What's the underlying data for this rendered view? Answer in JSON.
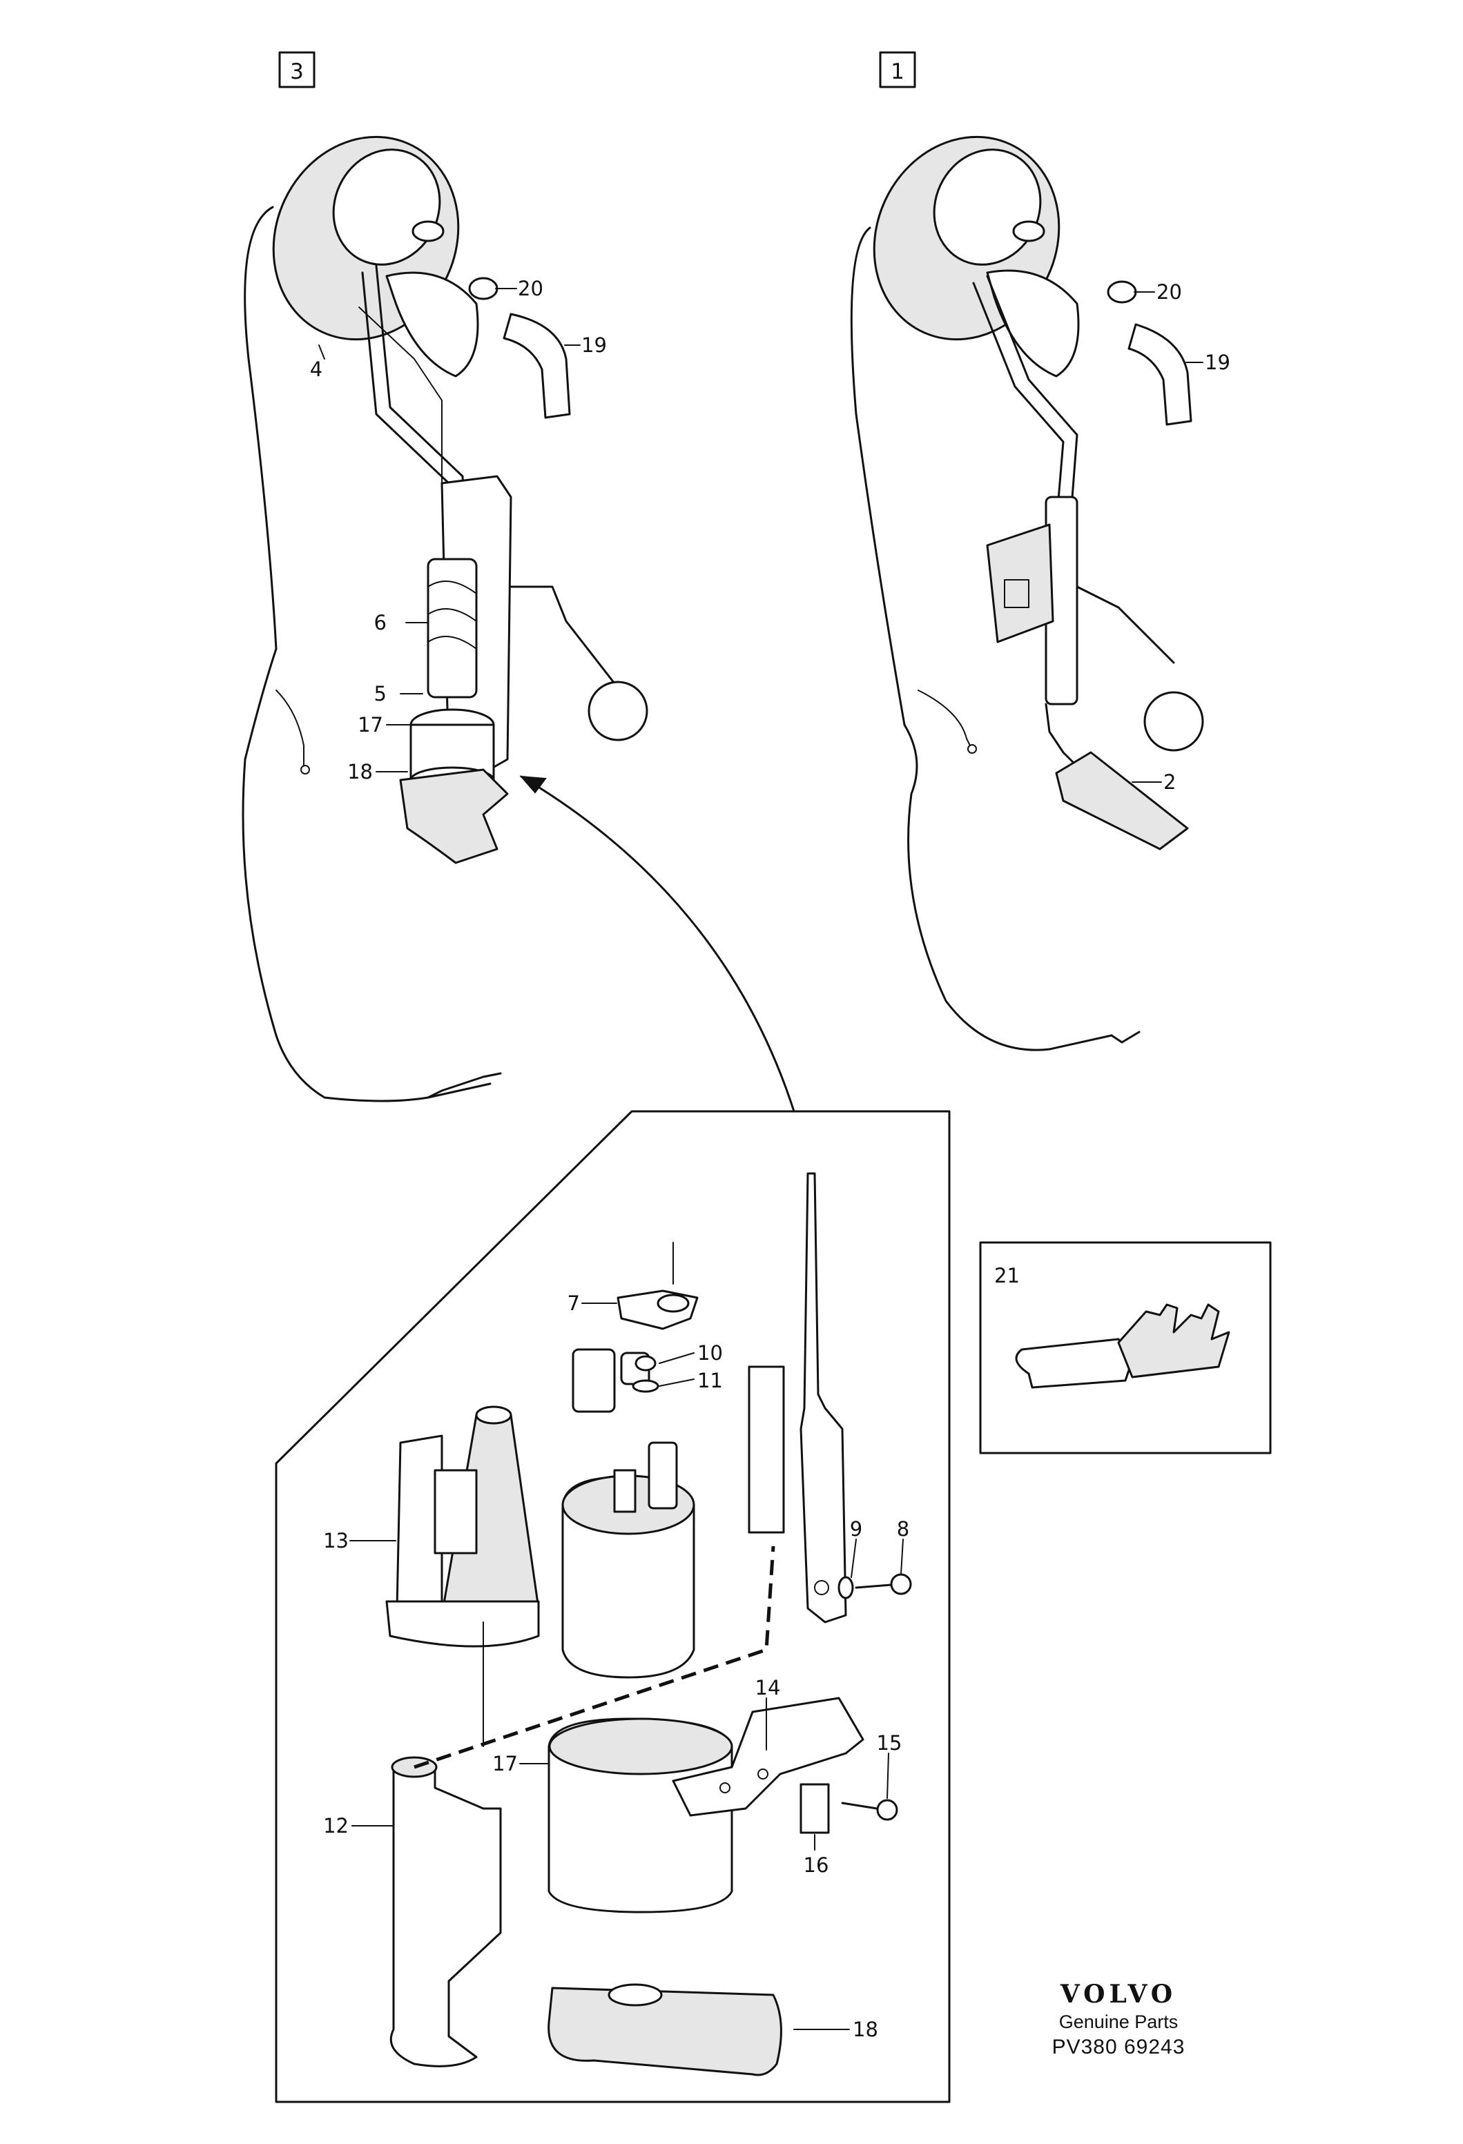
{
  "variants": [
    {
      "label": "3"
    },
    {
      "label": "1"
    }
  ],
  "callouts": {
    "c20a": "20",
    "c19a": "19",
    "c4": "4",
    "c6": "6",
    "c5": "5",
    "c17a": "17",
    "c18a": "18",
    "c20b": "20",
    "c19b": "19",
    "c2": "2",
    "c7": "7",
    "c10": "10",
    "c11": "11",
    "c13": "13",
    "c9": "9",
    "c8": "8",
    "c14": "14",
    "c15": "15",
    "c17b": "17",
    "c12": "12",
    "c16": "16",
    "c18b": "18",
    "c21": "21"
  },
  "brand": {
    "logo": "VOLVO",
    "subtitle": "Genuine Parts",
    "code": "PV380 69243"
  },
  "icons": [
    "fuel-sender-assembly-drawing",
    "fuel-pump-exploded-view",
    "terminal-connector-drawing"
  ],
  "colors": {
    "ink": "#111111",
    "paper": "#ffffff",
    "shade": "#e6e6e6"
  }
}
